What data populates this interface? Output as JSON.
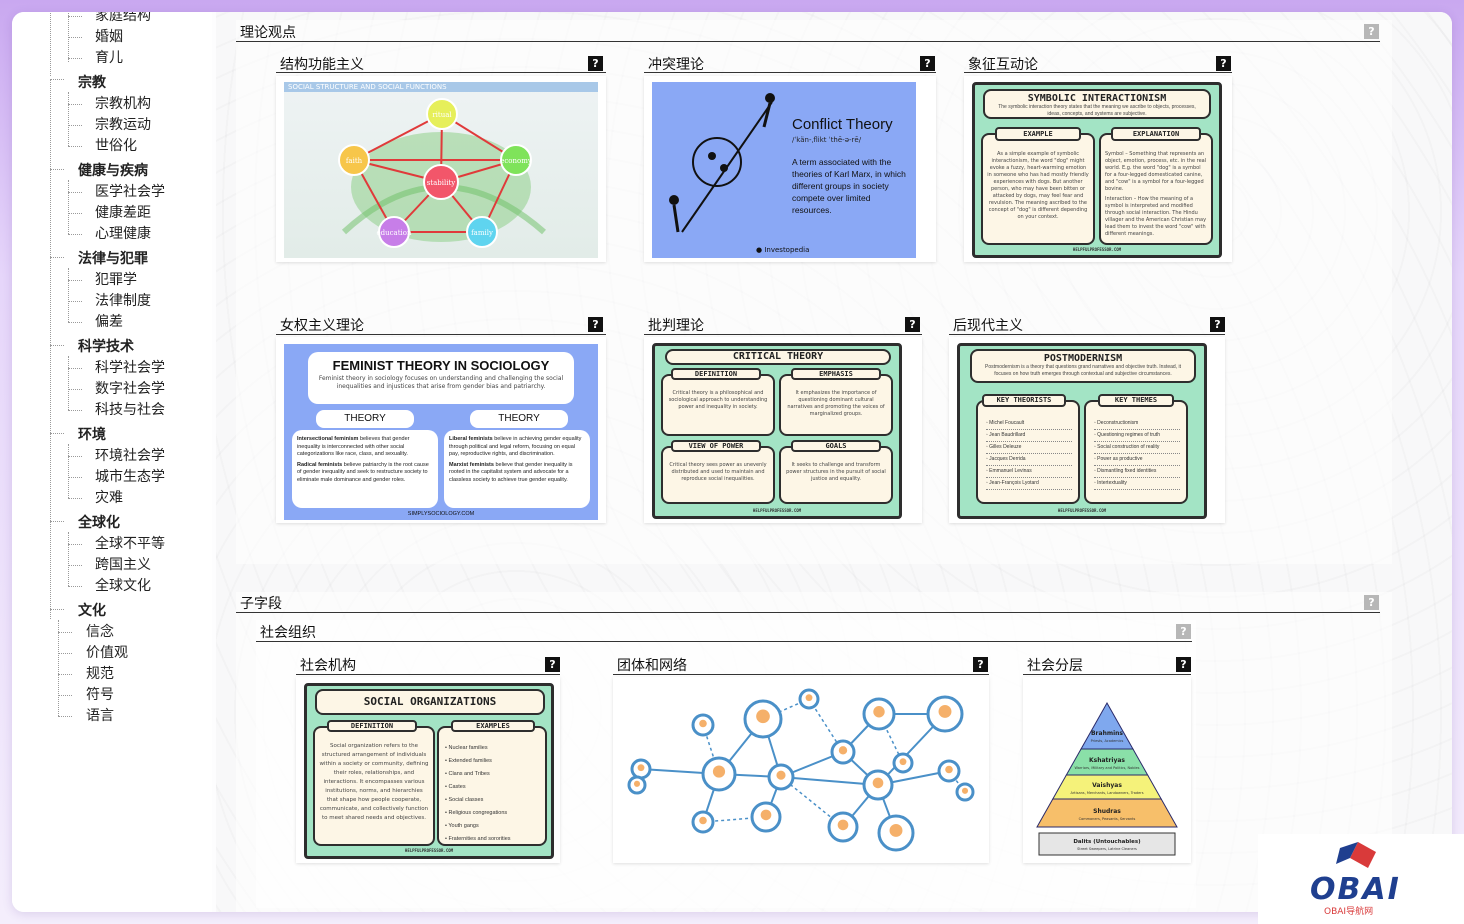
{
  "sidebar": {
    "items": [
      {
        "label": "家庭结构",
        "type": "child"
      },
      {
        "label": "婚姻",
        "type": "child"
      },
      {
        "label": "育儿",
        "type": "child"
      },
      {
        "label": "宗教",
        "type": "group"
      },
      {
        "label": "宗教机构",
        "type": "child"
      },
      {
        "label": "宗教运动",
        "type": "child"
      },
      {
        "label": "世俗化",
        "type": "child"
      },
      {
        "label": "健康与疾病",
        "type": "group"
      },
      {
        "label": "医学社会学",
        "type": "child"
      },
      {
        "label": "健康差距",
        "type": "child"
      },
      {
        "label": "心理健康",
        "type": "child"
      },
      {
        "label": "法律与犯罪",
        "type": "group"
      },
      {
        "label": "犯罪学",
        "type": "child"
      },
      {
        "label": "法律制度",
        "type": "child"
      },
      {
        "label": "偏差",
        "type": "child"
      },
      {
        "label": "科学技术",
        "type": "group"
      },
      {
        "label": "科学社会学",
        "type": "child"
      },
      {
        "label": "数字社会学",
        "type": "child"
      },
      {
        "label": "科技与社会",
        "type": "child"
      },
      {
        "label": "环境",
        "type": "group"
      },
      {
        "label": "环境社会学",
        "type": "child"
      },
      {
        "label": "城市生态学",
        "type": "child"
      },
      {
        "label": "灾难",
        "type": "child"
      },
      {
        "label": "全球化",
        "type": "group"
      },
      {
        "label": "全球不平等",
        "type": "child"
      },
      {
        "label": "跨国主义",
        "type": "child"
      },
      {
        "label": "全球文化",
        "type": "child"
      },
      {
        "label": "文化",
        "type": "group"
      },
      {
        "label": "信念",
        "type": "leaf"
      },
      {
        "label": "价值观",
        "type": "leaf"
      },
      {
        "label": "规范",
        "type": "leaf"
      },
      {
        "label": "符号",
        "type": "leaf"
      },
      {
        "label": "语言",
        "type": "leaf"
      }
    ]
  },
  "help_glyph": "?",
  "theory": {
    "title": "理论观点",
    "cards": [
      {
        "title": "结构功能主义"
      },
      {
        "title": "冲突理论"
      },
      {
        "title": "象征互动论"
      },
      {
        "title": "女权主义理论"
      },
      {
        "title": "批判理论"
      },
      {
        "title": "后现代主义"
      }
    ]
  },
  "subfields": {
    "title": "子字段",
    "social_org": {
      "title": "社会组织",
      "cards": [
        {
          "title": "社会机构"
        },
        {
          "title": "团体和网络"
        },
        {
          "title": "社会分层"
        }
      ]
    }
  },
  "img_structural": {
    "banner": "SOCIAL STRUCTURE AND SOCIAL FUNCTIONS",
    "nodes": [
      "ritual",
      "faith",
      "economy",
      "stability",
      "education",
      "family"
    ],
    "colors": {
      "ritual": "#e6ef5a",
      "faith": "#f7c64a",
      "economy": "#7fe35a",
      "stability": "#f2566a",
      "education": "#c77ee8",
      "family": "#5fd4ef"
    }
  },
  "img_conflict": {
    "title": "Conflict Theory",
    "pron": "/ˈkän-ˌflikt ˈthē-ə-rē/",
    "desc": "A term associated with the theories of Karl Marx, in which different groups in society compete over limited resources.",
    "brand": "Investopedia",
    "bg": "#8aa8f5"
  },
  "img_symbolic": {
    "title": "SYMBOLIC INTERACTIONISM",
    "intro": "The symbolic interaction theory states that the meaning we ascribe to objects, processes, ideas, concepts, and systems are subjective.",
    "label1": "EXAMPLE",
    "text1": "As a simple example of symbolic interactionism, the word \"dog\" might evoke a fuzzy, heart-warming emotion in someone who has had mostly friendly experiences with dogs. But another person, who may have been bitten or attacked by dogs, may feel fear and revulsion. The meaning ascribed to the concept of \"dog\" is different depending on your context.",
    "label2": "EXPLANATION",
    "text2a": "Symbol – Something that represents an object, emotion, process, etc. in the real world. E.g. the word \"dog\" is a symbol for a four-legged domesticated canine, and \"cow\" is a symbol for a four-legged bovine.",
    "text2b": "Interaction – How the meaning of a symbol is interpreted and modified through social interaction. The Hindu villager and the American Christian may lead them to invest the word \"cow\" with different meanings.",
    "footer": "HELPFULPROFESSOR.COM"
  },
  "img_feminist": {
    "title": "FEMINIST THEORY IN SOCIOLOGY",
    "intro": "Feminist theory in sociology focuses on understanding and challenging the social inequalities and injustices that arise from gender bias and patriarchy.",
    "label": "THEORY",
    "left1_b": "Intersectional feminism",
    "left1": " believes that gender inequality is interconnected with other social categorizations like race, class, and sexuality.",
    "left2_b": "Radical feminists",
    "left2": " believe patriarchy is the root cause of gender inequality and seek to restructure society to eliminate male dominance and gender roles.",
    "right1_b": "Liberal feminists",
    "right1": " believe in achieving gender equality through political and legal reform, focusing on equal pay, reproductive rights, and discrimination.",
    "right2_b": "Marxist feminists",
    "right2": " believe that gender inequality is rooted in the capitalist system and advocate for a classless society to achieve true gender equality.",
    "footer": "SIMPLYSOCIOLOGY.COM",
    "bg": "#8aa8f5"
  },
  "img_critical": {
    "title": "CRITICAL THEORY",
    "label1": "DEFINITION",
    "text1": "Critical theory is a philosophical and sociological approach to understanding power and inequality in society.",
    "label2": "EMPHASIS",
    "text2": "It emphasizes the importance of questioning dominant cultural narratives and promoting the voices of marginalized groups.",
    "label3": "VIEW OF POWER",
    "text3": "Critical theory sees power as unevenly distributed and used to maintain and reproduce social inequalities.",
    "label4": "GOALS",
    "text4": "It seeks to challenge and transform power structures in the pursuit of social justice and equality.",
    "footer": "HELPFULPROFESSOR.COM"
  },
  "img_postmodern": {
    "title": "POSTMODERNISM",
    "intro": "Postmodernism is a theory that questions grand narratives and objective truth. Instead, it focuses on how truth emerges through contextual and subjective circumstances.",
    "label1": "KEY THEORISTS",
    "theorists": [
      "Michel Foucault",
      "Jean Baudrillard",
      "Gilles Deleuze",
      "Jacques Derrida",
      "Emmanuel Levinas",
      "Jean-François Lyotard"
    ],
    "label2": "KEY THEMES",
    "themes": [
      "Deconstructionism",
      "Questioning regimes of truth",
      "Social construction of reality",
      "Power as productive",
      "Dismantling fixed identities",
      "Intertextuality"
    ],
    "footer": "HELPFULPROFESSOR.COM"
  },
  "img_social_org": {
    "title": "SOCIAL ORGANIZATIONS",
    "label1": "DEFINITION",
    "text1": "Social organization refers to the structured arrangement of individuals within a society or community, defining their roles, relationships, and interactions. It encompasses various institutions, norms, and hierarchies that shape how people cooperate, communicate, and collectively function to meet shared needs and objectives.",
    "label2": "EXAMPLES",
    "examples": [
      "Nuclear families",
      "Extended families",
      "Clans and Tribes",
      "Castes",
      "Social classes",
      "Religious congregations",
      "Youth gangs",
      "Fraternities and sororities"
    ],
    "footer": "HELPFULPROFESSOR.COM"
  },
  "img_strat": {
    "levels": [
      {
        "name": "Brahmins",
        "sub": "Priests, Academics",
        "color": "#7fa8ee"
      },
      {
        "name": "Kshatriyas",
        "sub": "Warriors, Military and Politics, Nobles",
        "color": "#8ae0a8"
      },
      {
        "name": "Vaishyas",
        "sub": "Artisans, Merchants, Landowners, Traders",
        "color": "#f5f27a"
      },
      {
        "name": "Shudras",
        "sub": "Commoners, Peasants, Servants",
        "color": "#f7bf6a"
      }
    ],
    "base": {
      "name": "Dalits (Untouchables)",
      "sub": "Street Sweepers, Latrine Cleaners",
      "color": "#e6e6e6"
    }
  },
  "watermark": {
    "brand": "OBAI",
    "sub": "OBAI导航网",
    "color": "#1f3f8f",
    "accent": "#d93a3a"
  }
}
